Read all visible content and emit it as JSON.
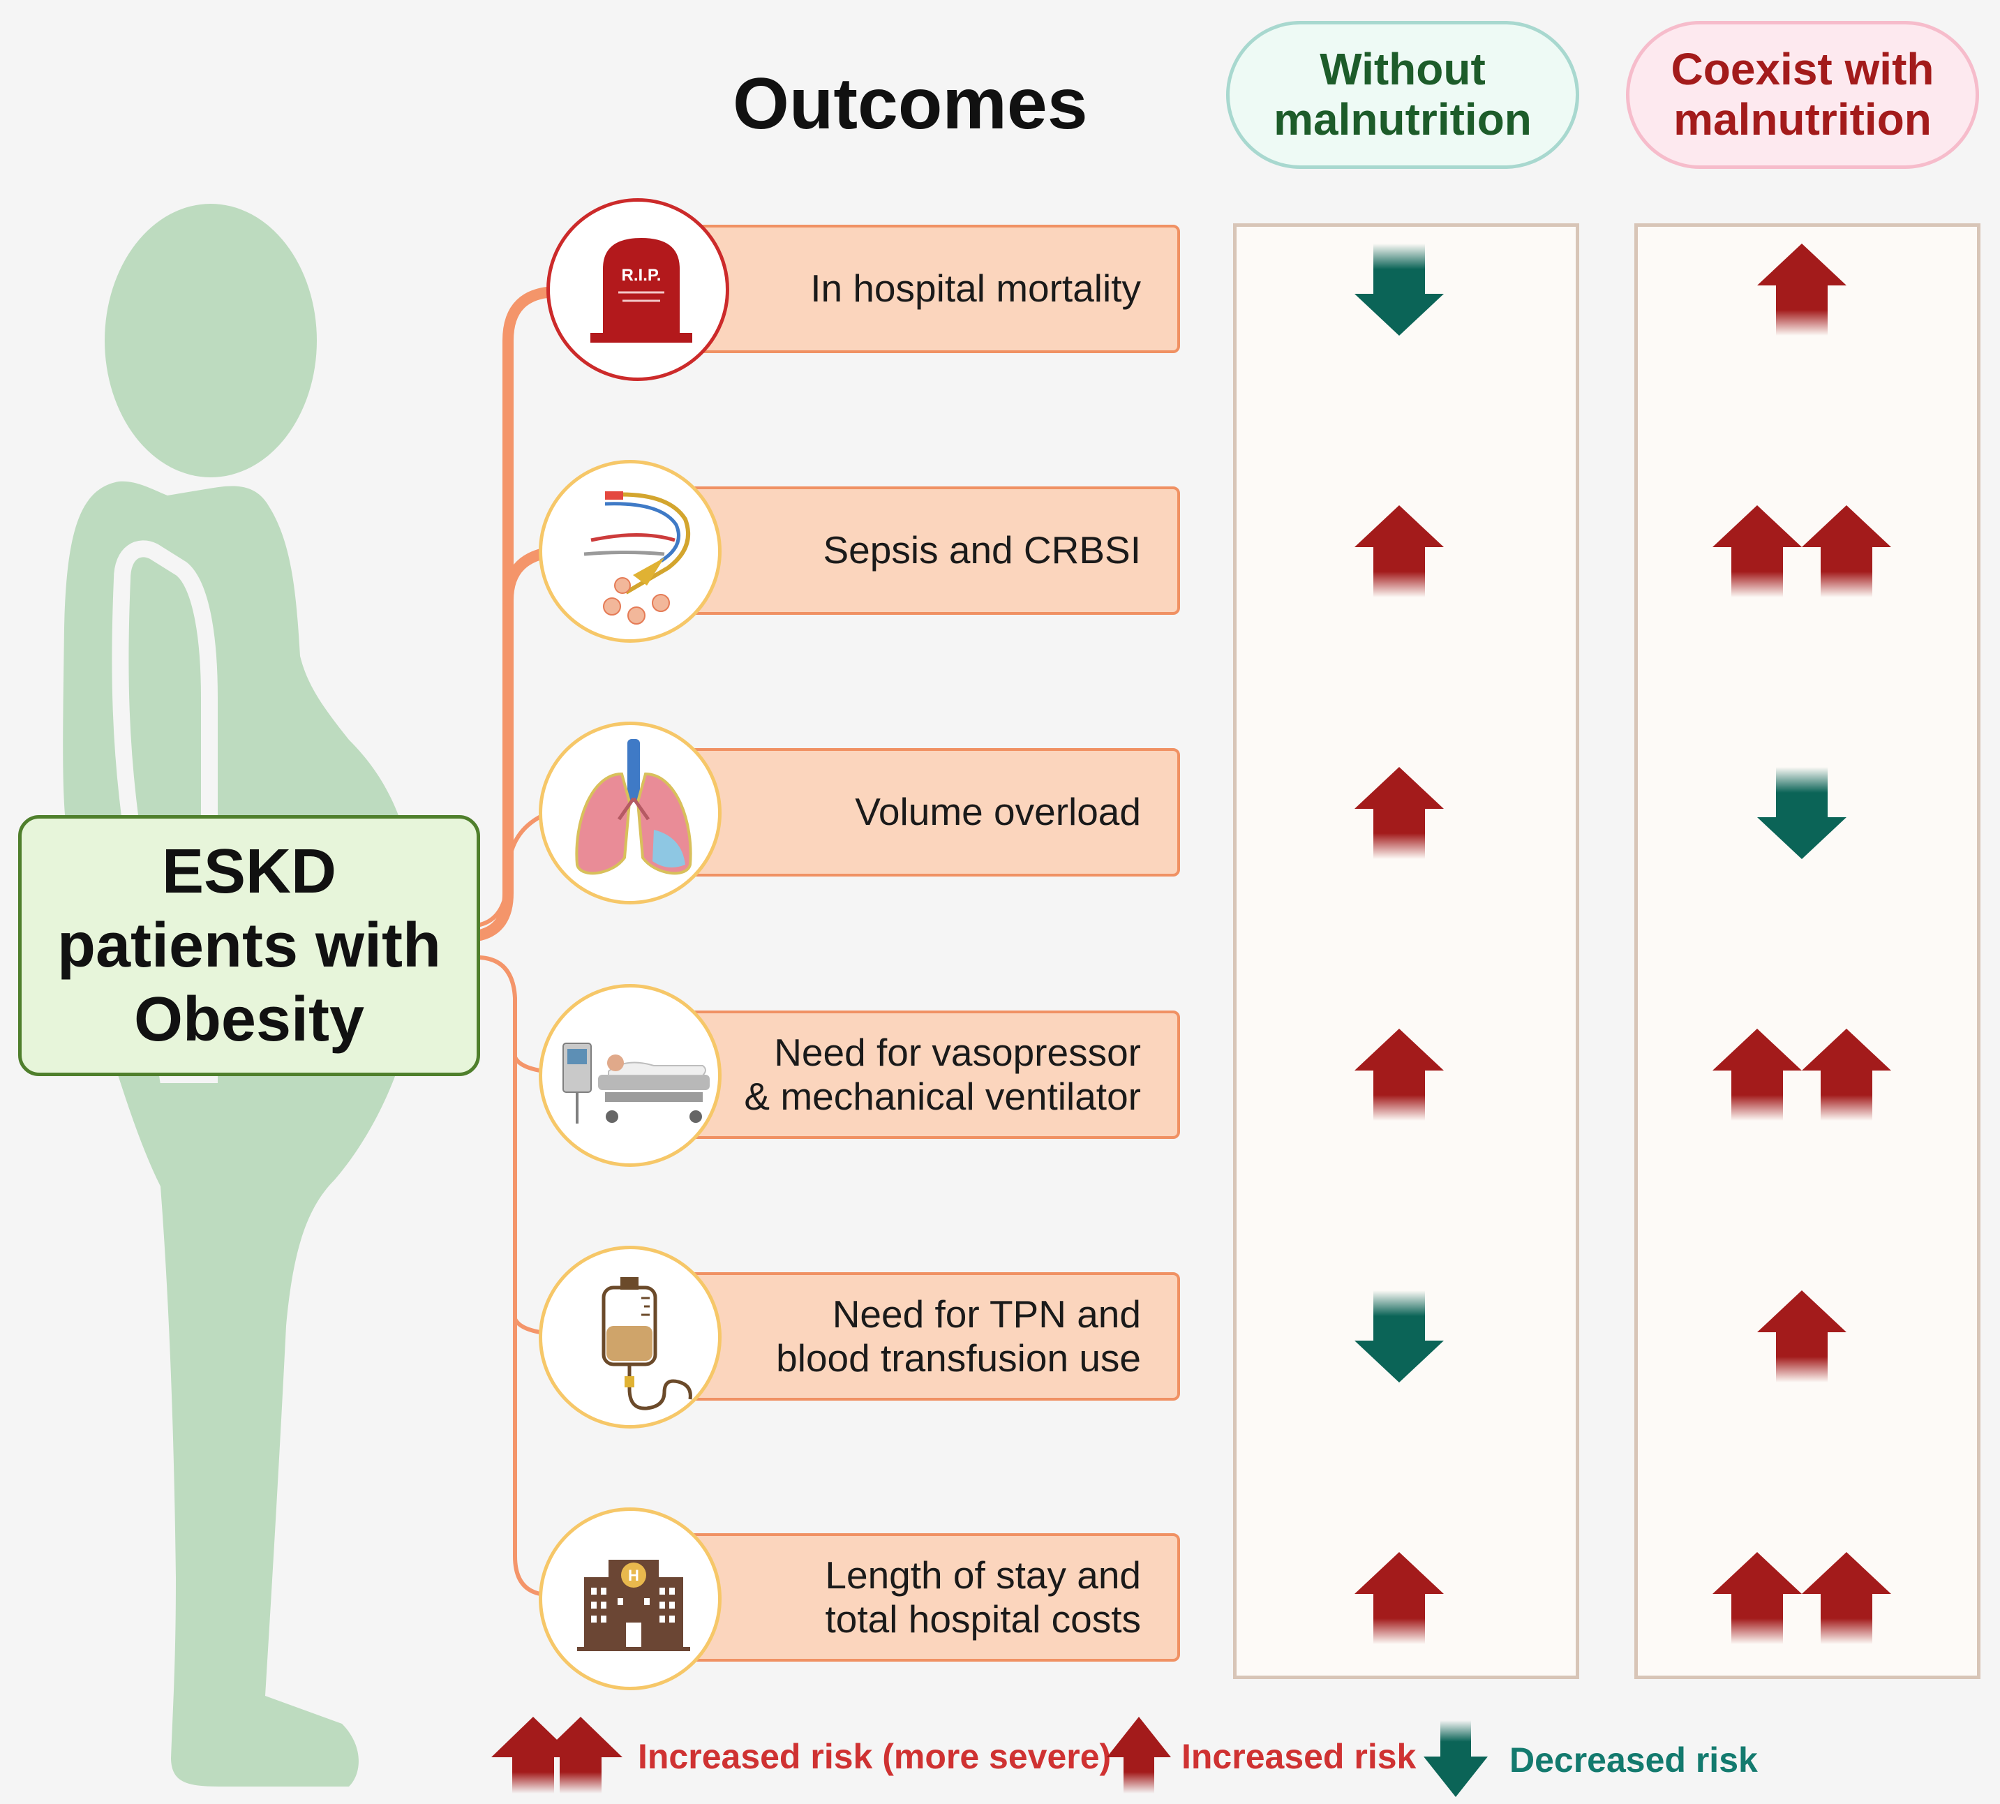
{
  "header": {
    "title": "Outcomes",
    "col_without": [
      "Without",
      "malnutrition"
    ],
    "col_coexist": [
      "Coexist with",
      "malnutrition"
    ]
  },
  "subject": {
    "lines": [
      "ESKD",
      "patients with",
      "Obesity"
    ]
  },
  "outcomes": [
    {
      "lines": [
        "In hospital mortality"
      ],
      "icon": "tombstone-icon",
      "icon_text": "R.I.P.",
      "without": "down",
      "coexist": "up"
    },
    {
      "lines": [
        "Sepsis and CRBSI"
      ],
      "icon": "catheter-icon",
      "without": "up",
      "coexist": "double-up"
    },
    {
      "lines": [
        "Volume overload"
      ],
      "icon": "lungs-icon",
      "without": "up",
      "coexist": "down"
    },
    {
      "lines": [
        "Need for vasopressor",
        "& mechanical ventilator"
      ],
      "icon": "hospital-bed-icon",
      "without": "up",
      "coexist": "double-up"
    },
    {
      "lines": [
        "Need for TPN and",
        "blood transfusion use"
      ],
      "icon": "iv-bag-icon",
      "without": "down",
      "coexist": "up"
    },
    {
      "lines": [
        "Length of stay and",
        "total hospital costs"
      ],
      "icon": "hospital-building-icon",
      "icon_text": "H",
      "without": "up",
      "coexist": "double-up"
    }
  ],
  "legend": {
    "double_up": "Increased risk (more severe)",
    "up": "Increased risk",
    "down": "Decreased risk"
  },
  "colors": {
    "up_arrow": "#a31b1b",
    "down_arrow": "#0b6457",
    "figure": "#bddbbf",
    "connector": "#f4956a"
  }
}
